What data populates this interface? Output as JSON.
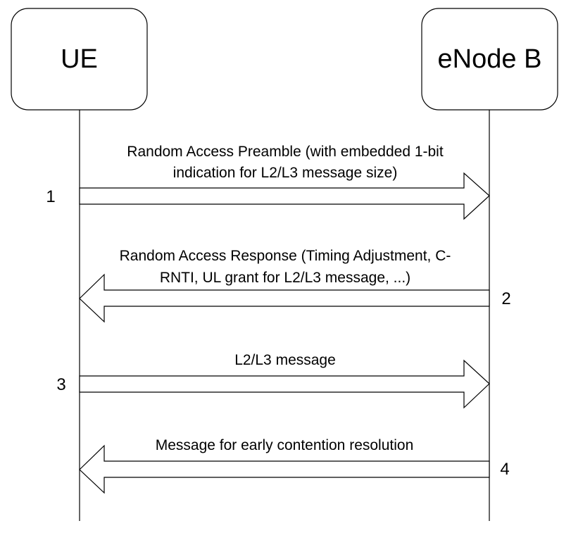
{
  "entities": {
    "ue": {
      "label": "UE"
    },
    "enb": {
      "label": "eNode B"
    }
  },
  "messages": [
    {
      "step": "1",
      "direction": "UE to eNode B",
      "lines": [
        "Random Access Preamble (with embedded 1-bit",
        "indication for L2/L3 message size)"
      ]
    },
    {
      "step": "2",
      "direction": "eNode B to UE",
      "lines": [
        "Random Access Response (Timing Adjustment, C-",
        "RNTI, UL grant for L2/L3 message, ...)"
      ]
    },
    {
      "step": "3",
      "direction": "UE to eNode B",
      "lines": [
        "L2/L3 message"
      ]
    },
    {
      "step": "4",
      "direction": "eNode B to UE",
      "lines": [
        "Message for early contention resolution"
      ]
    }
  ]
}
